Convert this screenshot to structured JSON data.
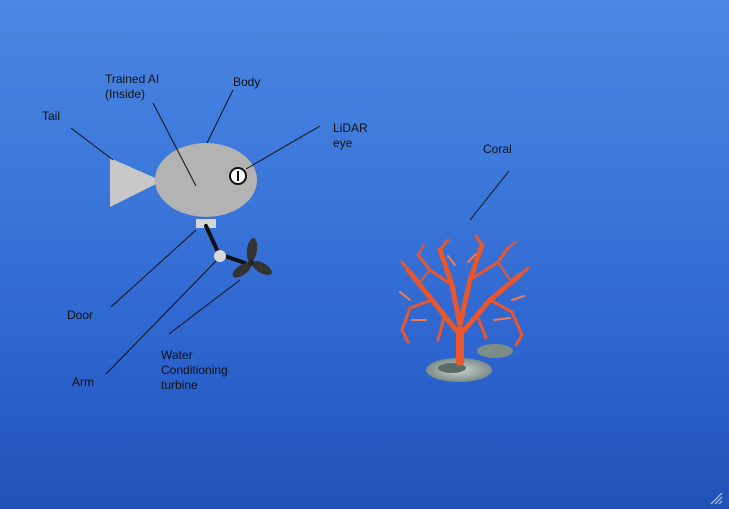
{
  "labels": {
    "tail": "Tail",
    "trained_ai": [
      "Trained AI",
      "(Inside)"
    ],
    "body": "Body",
    "lidar_eye": [
      "LiDAR",
      "eye"
    ],
    "coral": "Coral",
    "door": "Door",
    "arm": "Arm",
    "turbine": [
      "Water",
      "Conditioning",
      "turbine"
    ]
  },
  "colors": {
    "fish_body": "#b3b3b3",
    "tail": "#c8c8c8",
    "coral": "#e9562b",
    "leader_line": "#111111"
  },
  "icons": {
    "eye": "lidar-eye-icon",
    "turbine": "propeller-icon",
    "coral": "coral-icon"
  }
}
